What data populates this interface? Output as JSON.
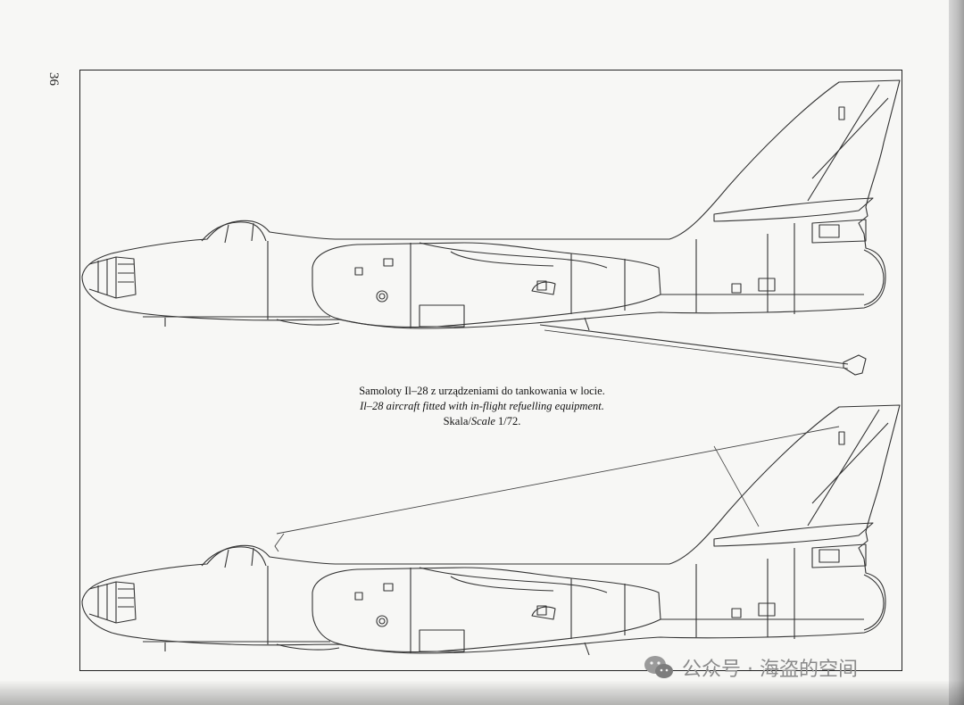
{
  "page": {
    "number": "36"
  },
  "caption": {
    "polish": "Samoloty Il–28 z urządzeniami do tankowania w locie.",
    "english": "Il–28 aircraft fitted with in-flight refuelling equipment.",
    "scale_pl": "Skala/",
    "scale_en": "Scale",
    "scale_value": " 1/72."
  },
  "drawings": {
    "top_aircraft": "Il-28 side view with extended refuelling hose and drogue",
    "bottom_aircraft": "Il-28 side view with refuelling cable line"
  },
  "watermark": {
    "text": "公众号 · 海盗的空间",
    "icon": "wechat-icon"
  }
}
